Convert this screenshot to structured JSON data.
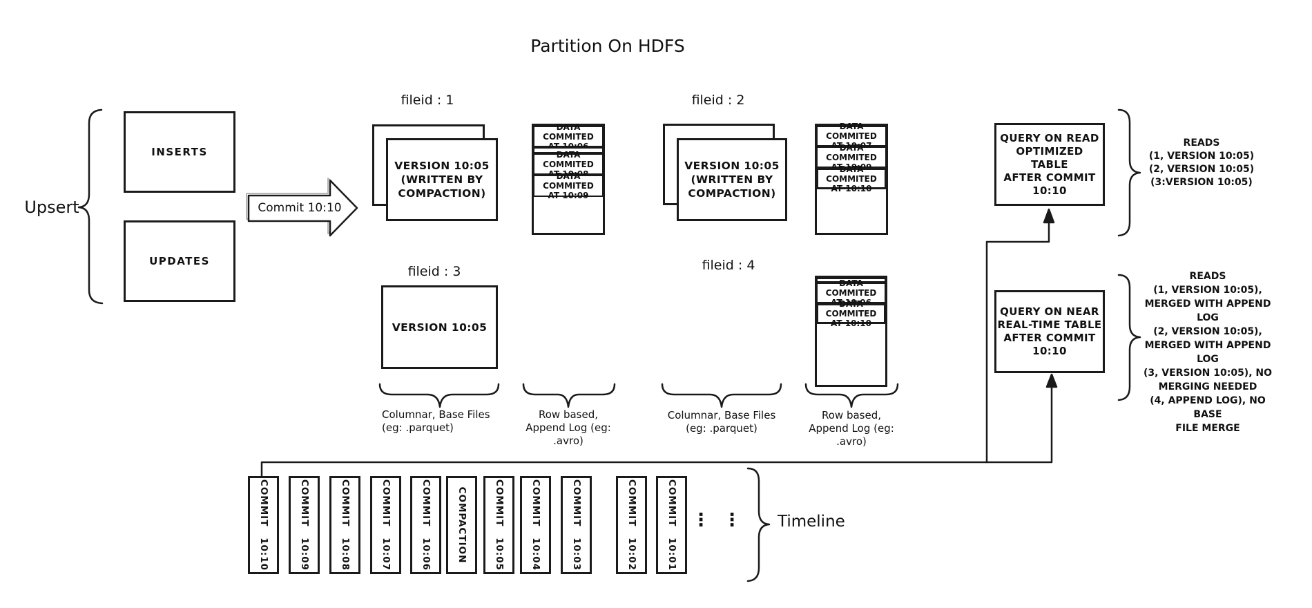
{
  "title": "Partition On HDFS",
  "upsert": {
    "label": "Upsert",
    "inserts_label": "INSERTS",
    "updates_label": "UPDATES",
    "commit_arrow_label": "Commit 10:10"
  },
  "file_groups": {
    "g1": {
      "id": "fileid : 1",
      "base": "VERSION 10:05\n(WRITTEN BY\nCOMPACTION)",
      "log": [
        "DATA COMMITED\nAT 10:06",
        "DATA COMMITED\nAT 10:08",
        "DATA COMMITED\nAT 10:09"
      ]
    },
    "g2": {
      "id": "fileid : 2",
      "base": "VERSION 10:05\n(WRITTEN BY\nCOMPACTION)",
      "log": [
        "DATA COMMITED\nAT 10:07",
        "DATA COMMITED\nAT 10:09",
        "DATA COMMITED\nAT 10:10"
      ]
    },
    "g3": {
      "id": "fileid : 3",
      "base": "VERSION 10:05"
    },
    "g4": {
      "id": "fileid : 4",
      "log": [
        "DATA COMMITED\nAT 10:06",
        "DATA COMMITED\nAT 10:10"
      ]
    }
  },
  "brace_labels": {
    "columnar_left": "Columnar, Base Files\n(eg: .parquet)",
    "rowbased_left": "Row based,\nAppend Log  (eg:\n.avro)",
    "columnar_right": "Columnar, Base Files\n(eg: .parquet)",
    "rowbased_right": "Row based,\nAppend Log  (eg:\n.avro)"
  },
  "queries": {
    "read_optimized": {
      "box": "QUERY ON READ\nOPTIMIZED TABLE\nAFTER COMMIT\n10:10",
      "reads": "READS\n(1, VERSION 10:05)\n(2, VERSION 10:05)\n(3:VERSION 10:05)"
    },
    "near_real_time": {
      "box": "QUERY ON NEAR\nREAL-TIME TABLE\nAFTER COMMIT\n10:10",
      "reads": "READS\n(1, VERSION 10:05),\nMERGED WITH APPEND LOG\n(2, VERSION 10:05),\nMERGED WITH APPEND LOG\n(3, VERSION 10:05), NO\nMERGING NEEDED\n(4, APPEND LOG), NO BASE\nFILE MERGE"
    }
  },
  "timeline": {
    "label": "Timeline",
    "ellipsis": "⋮",
    "items": [
      "COMMIT 10:10",
      "COMMIT 10:09",
      "COMMIT 10:08",
      "COMMIT 10:07",
      "COMMIT 10:06",
      "COMPACTION",
      "COMMIT 10:05",
      "COMMIT 10:04",
      "COMMIT 10:03",
      "COMMIT 10:02",
      "COMMIT 10:01"
    ]
  },
  "colors": {
    "stroke": "#1a1a1a",
    "background": "#ffffff"
  }
}
